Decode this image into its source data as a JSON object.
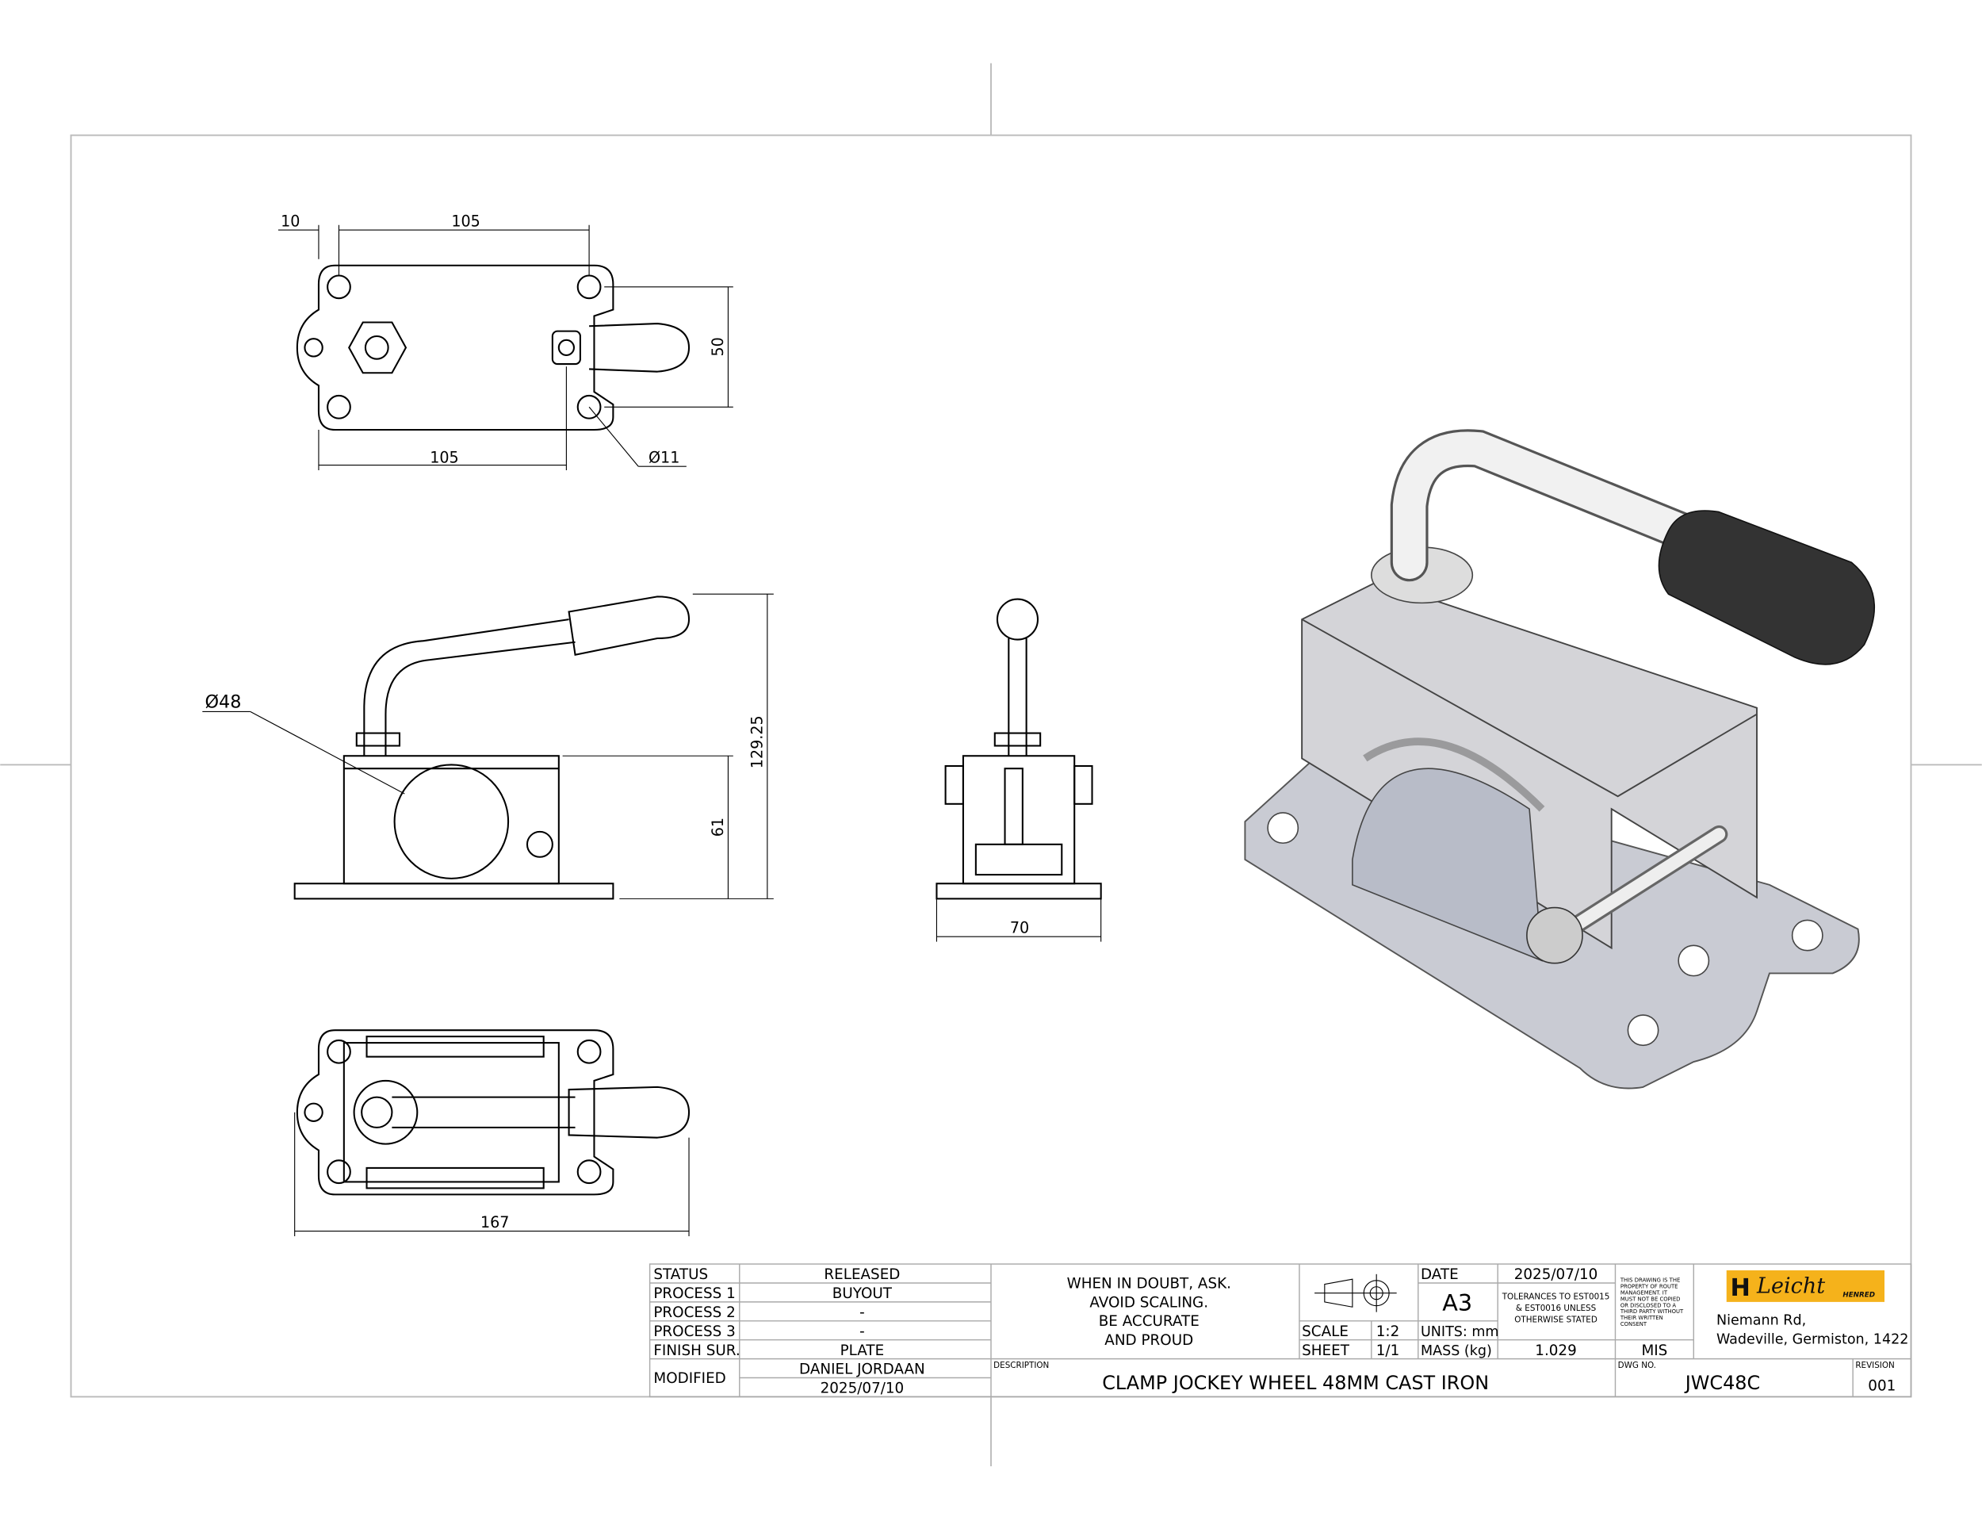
{
  "dimensions": {
    "top_view": {
      "offset": "10",
      "hole_spacing_top": "105",
      "hole_spacing_bottom": "105",
      "height": "50",
      "hole_dia": "Ø11"
    },
    "side_view": {
      "tube_dia": "Ø48",
      "clamp_height": "61",
      "overall_height": "129.25"
    },
    "front_view": {
      "width": "70"
    },
    "bottom_view": {
      "length": "167"
    }
  },
  "title_block": {
    "status_label": "STATUS",
    "status": "RELEASED",
    "process1_label": "PROCESS 1",
    "process1": "BUYOUT",
    "process2_label": "PROCESS 2",
    "process2": "-",
    "process3_label": "PROCESS 3",
    "process3": "-",
    "finish_label": "FINISH SUR.",
    "finish": "PLATE",
    "modified_label": "MODIFIED",
    "modified_by": "DANIEL JORDAAN",
    "modified_date": "2025/07/10",
    "motto": [
      "WHEN IN DOUBT, ASK.",
      "AVOID SCALING.",
      "BE ACCURATE",
      "AND PROUD"
    ],
    "date_label": "DATE",
    "date": "2025/07/10",
    "size": "A3",
    "tolerances": [
      "TOLERANCES TO EST0015",
      "& EST0016 UNLESS",
      "OTHERWISE STATED"
    ],
    "scale_label": "SCALE",
    "scale": "1:2",
    "sheet_label": "SHEET",
    "sheet": "1/1",
    "units": "UNITS: mm",
    "mass_label": "MASS (kg)",
    "mass": "1.029",
    "property_notice": [
      "THIS DRAWING IS THE",
      "PROPERTY OF ROUTE",
      "MANAGEMENT. IT",
      "MUST NOT BE COPIED",
      "OR DISCLOSED TO A",
      "THIRD PARTY WITHOUT",
      "THEIR WRITTEN",
      "CONSENT"
    ],
    "drawn_by": "MIS",
    "logo_text": "Leicht",
    "logo_sub": "HENRED",
    "address": [
      "Niemann Rd,",
      "Wadeville, Germiston, 1422"
    ],
    "description_label": "DESCRIPTION",
    "description": "CLAMP JOCKEY WHEEL 48MM CAST IRON",
    "dwg_no_label": "DWG NO.",
    "dwg_no": "JWC48C",
    "revision_label": "REVISION",
    "revision": "001"
  },
  "colors": {
    "logo_bg": "#f5b21b",
    "part_gray": "#c9cbd3",
    "grip": "#333333"
  }
}
